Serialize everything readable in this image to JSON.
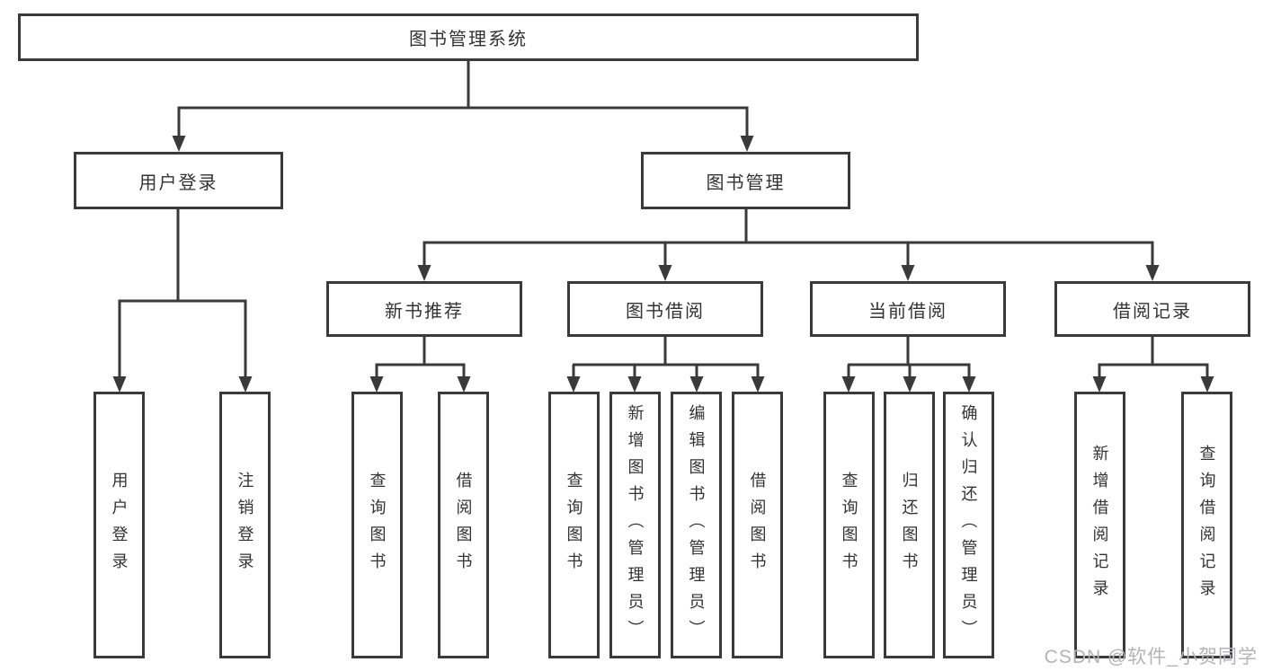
{
  "diagram": {
    "root": {
      "label": "图书管理系统"
    },
    "level2": [
      {
        "label": "用户登录"
      },
      {
        "label": "图书管理"
      }
    ],
    "level3": [
      {
        "label": "新书推荐"
      },
      {
        "label": "图书借阅"
      },
      {
        "label": "当前借阅"
      },
      {
        "label": "借阅记录"
      }
    ],
    "leaves": {
      "user_login": [
        "用户登录",
        "注销登录"
      ],
      "new_books": [
        "查询图书",
        "借阅图书"
      ],
      "book_borrow": [
        "查询图书",
        "新增图书（管理员）",
        "编辑图书（管理员）",
        "借阅图书"
      ],
      "current_borrow": [
        "查询图书",
        "归还图书",
        "确认归还（管理员）"
      ],
      "borrow_records": [
        "新增借阅记录",
        "查询借阅记录"
      ]
    }
  },
  "watermark": {
    "text": "CSDN @软件_小贺同学"
  },
  "colors": {
    "line": "#3a3a3a",
    "text": "#333333",
    "watermark": "#b3b3b8",
    "background": "#ffffff"
  }
}
